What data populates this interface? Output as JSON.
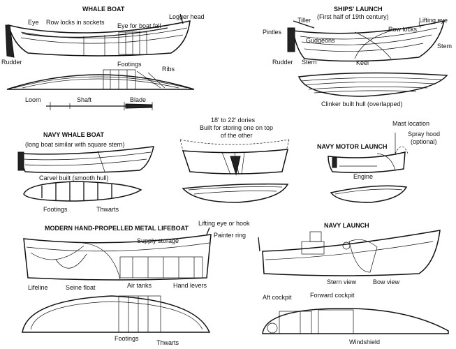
{
  "whale_boat": {
    "title": "WHALE BOAT",
    "labels": {
      "eye": "Eye",
      "row_locks": "Row locks in sockets",
      "eye_boat_fall": "Eye for boat fall",
      "logger_head": "Logger head",
      "rudder": "Rudder",
      "footings": "Footings",
      "ribs": "Ribs",
      "loom": "Loom",
      "shaft": "Shaft",
      "blade": "Blade"
    }
  },
  "ships_launch": {
    "title": "SHIPS' LAUNCH",
    "subtitle": "(First half of 19th century)",
    "labels": {
      "tiller": "Tiller",
      "pintles": "Pintles",
      "gudgeons": "Gudgeons",
      "row_locks": "Row locks",
      "lifting_eye": "Lifting eye",
      "stem": "Stem",
      "rudder": "Rudder",
      "stern": "Stern",
      "keel": "Keel",
      "clinker": "Clinker built hull (overlapped)"
    }
  },
  "navy_whale_boat": {
    "title": "NAVY WHALE BOAT",
    "subtitle": "(long boat similar with square stern)",
    "labels": {
      "carvel": "Carvel built (smooth hull)",
      "footings": "Footings",
      "thwarts": "Thwarts"
    }
  },
  "dories": {
    "caption_line1": "18' to 22' dories",
    "caption_line2": "Built for storing one on top",
    "caption_line3": "of the other"
  },
  "navy_motor_launch": {
    "title": "NAVY MOTOR LAUNCH",
    "labels": {
      "mast_location": "Mast location",
      "spray_hood": "Spray hood",
      "optional": "(optional)",
      "engine": "Engine"
    }
  },
  "metal_lifeboat": {
    "title": "MODERN HAND-PROPELLED METAL LIFEBOAT",
    "labels": {
      "lifting_eye_hook": "Lifting eye or hook",
      "painter_ring": "Painter ring",
      "supply_storage": "Supply storage",
      "lifeline": "Lifeline",
      "seine_float": "Seine float",
      "air_tanks": "Air tanks",
      "hand_levers": "Hand levers",
      "footings": "Footings",
      "thwarts": "Thwarts"
    }
  },
  "navy_launch": {
    "title": "NAVY LAUNCH",
    "labels": {
      "stern_view": "Stern view",
      "bow_view": "Bow view",
      "aft_cockpit": "Aft cockpit",
      "forward_cockpit": "Forward cockpit",
      "windshield": "Windshield"
    }
  }
}
